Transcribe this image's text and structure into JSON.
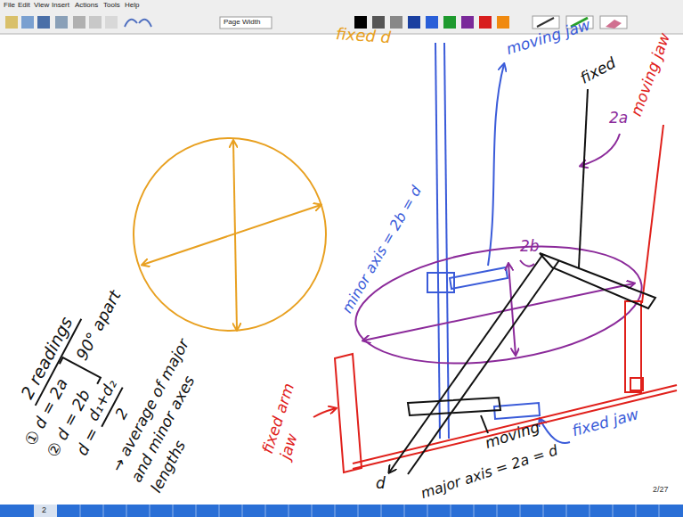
{
  "diagram": {
    "labels": [
      "File",
      "Edit",
      "View",
      "Insert",
      "Actions",
      "Tools",
      "Help",
      "Page Width",
      "fixed d",
      "moving jaw",
      "moving jaw",
      "fixed",
      "2b",
      "2a",
      "minor axis = 2b = d",
      "fixed arm jaw",
      "moving",
      "fixed jaw",
      "major axis = 2a = d",
      "d",
      "2 readings",
      "① d = 2a",
      "90° apart",
      "② d = 2b",
      "d =",
      "d₁+d₂",
      "2",
      "→ average of major and minor axes lengths",
      "2/27",
      "2"
    ]
  }
}
